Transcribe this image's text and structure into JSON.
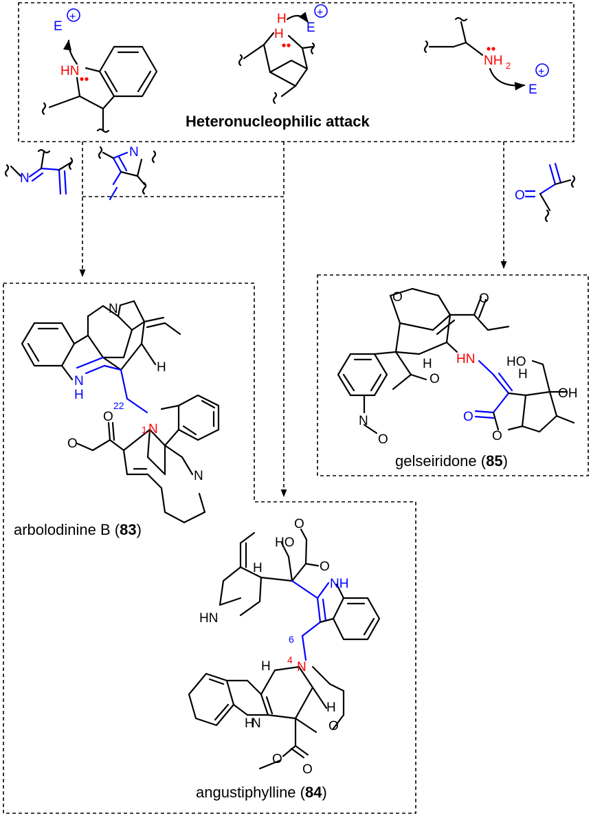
{
  "heading": "Heteronucleophilic attack",
  "electrophile": {
    "label": "E",
    "charge": "+"
  },
  "amine_label": "NH",
  "amine_sub": "2",
  "atom_labels": {
    "N": "N",
    "O": "O",
    "H": "H",
    "HN": "HN",
    "HO": "HO",
    "OH": "OH",
    "NH": "NH"
  },
  "compounds": [
    {
      "name": "arbolodinine B",
      "number": "83"
    },
    {
      "name": "angustiphylline",
      "number": "84"
    },
    {
      "name": "gelseiridone",
      "number": "85"
    }
  ],
  "position_labels": {
    "c22": "22",
    "n1": "1",
    "c6": "6",
    "n4": "4"
  },
  "colors": {
    "highlight": "#0000ff",
    "heteroatom": "#ff0000",
    "bond": "#000000"
  }
}
